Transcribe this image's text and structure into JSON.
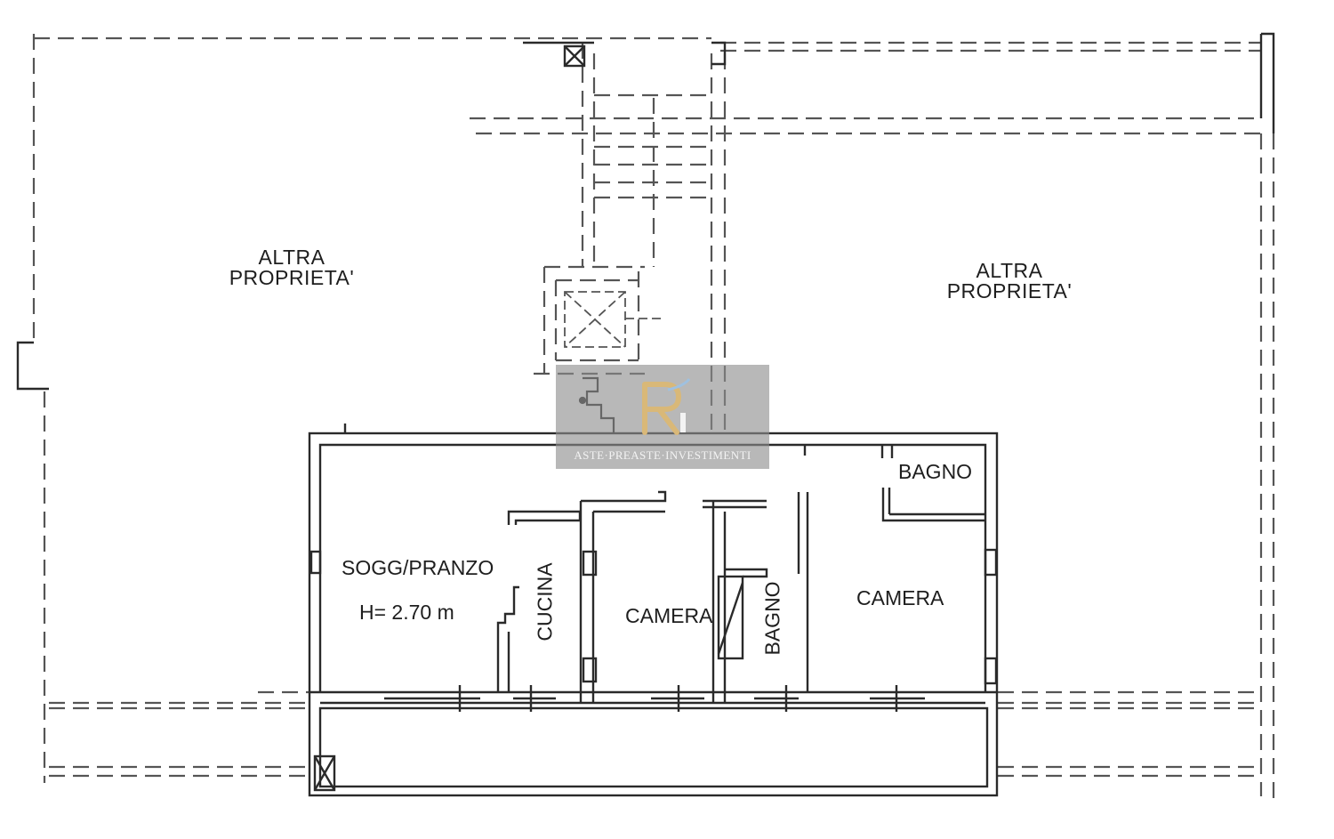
{
  "labels": {
    "other_property_left": [
      "ALTRA",
      "PROPRIETA'"
    ],
    "other_property_right": [
      "ALTRA",
      "PROPRIETA'"
    ],
    "living_dining": "SOGG/PRANZO",
    "ceiling_height": "H= 2.70 m",
    "kitchen": "CUCINA",
    "bedroom_1": "CAMERA",
    "bathroom_1": "BAGNO",
    "bedroom_2": "CAMERA",
    "bathroom_2": "BAGNO"
  },
  "watermark": {
    "logo_letters": "R",
    "text": "ASTE·PREASTE·INVESTIMENTI"
  },
  "colors": {
    "line": "#2a2a2a",
    "dashed": "#555555",
    "watermark_bg": "#8c8c8c",
    "logo_gold": "#d9b878",
    "logo_blue": "#9fc1e0"
  }
}
